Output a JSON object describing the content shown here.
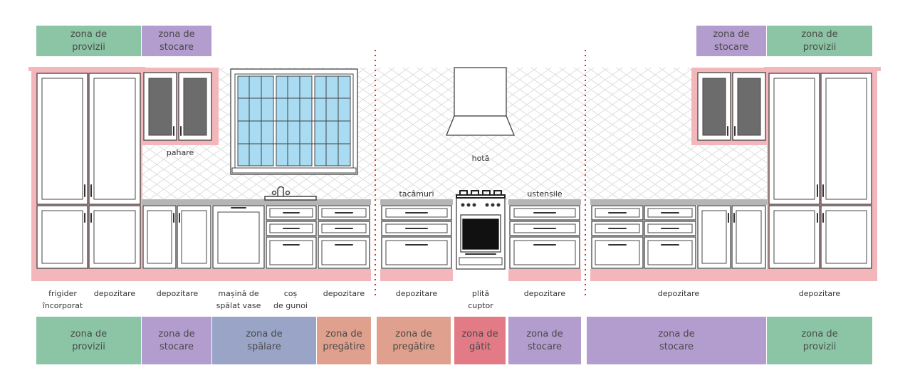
{
  "colors": {
    "provizii": "#8cc5a5",
    "stocare": "#b39cce",
    "spalare": "#9aa4c6",
    "pregatire": "#dfa18d",
    "gatit": "#e27b86",
    "pink": "#f3b7bb",
    "glass": "#a9dcf2",
    "divider": "#d93030"
  },
  "top_zones": [
    {
      "text": "zona de\nprovizii",
      "color": "provizii"
    },
    {
      "text": "zona de\nstocare",
      "color": "stocare"
    },
    {
      "text": "zona de\nstocare",
      "color": "stocare"
    },
    {
      "text": "zona de\nprovizii",
      "color": "provizii"
    }
  ],
  "bottom_zones": [
    {
      "text": "zona de\nprovizii",
      "color": "provizii"
    },
    {
      "text": "zona de\nstocare",
      "color": "stocare"
    },
    {
      "text": "zona de\nspălare",
      "color": "spalare"
    },
    {
      "text": "zona de\npregătire",
      "color": "pregatire"
    },
    {
      "text": "zona de\npregătire",
      "color": "pregatire"
    },
    {
      "text": "zona de\ngătit",
      "color": "gatit"
    },
    {
      "text": "zona de\nstocare",
      "color": "stocare"
    },
    {
      "text": "zona de\nstocare",
      "color": "stocare"
    },
    {
      "text": "zona de\nprovizii",
      "color": "provizii"
    }
  ],
  "appliance_labels": [
    "frigider\nîncorporat",
    "depozitare",
    "depozitare",
    "mașină de\nspălat vase",
    "coș\nde gunoi",
    "depozitare",
    "depozitare",
    "plită\ncuptor",
    "depozitare",
    "depozitare",
    "depozitare"
  ],
  "inner_labels": {
    "glasses": "pahare",
    "hood": "hotă",
    "cutlery": "tacâmuri",
    "utensils": "ustensile"
  }
}
